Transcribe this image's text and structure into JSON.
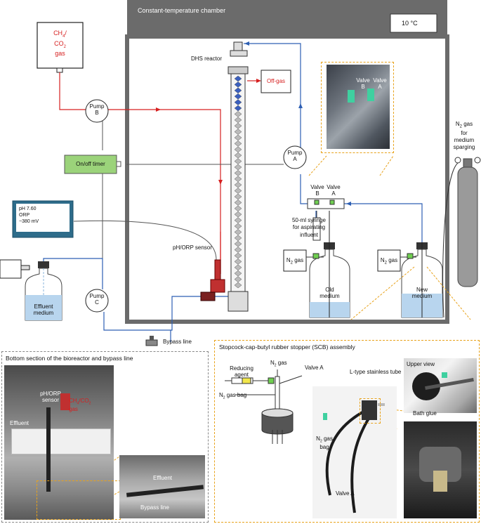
{
  "chamber": {
    "title": "Constant-temperature chamber",
    "temperature": "10 °C"
  },
  "gas_box": {
    "line1": "CH",
    "sub1": "4",
    "slash": "/",
    "line2": "CO",
    "sub2": "2",
    "line3": "gas"
  },
  "pumps": {
    "b_name": "Pump",
    "b_id": "B",
    "a_name": "Pump",
    "a_id": "A",
    "c_name": "Pump",
    "c_id": "C"
  },
  "timer": "On/off timer",
  "meter": {
    "ph": "pH 7.60",
    "orp_label": "ORP",
    "orp_value": "−380 mV"
  },
  "labels": {
    "reactor": "DHS reactor",
    "offgas": "Off-gas",
    "sensor": "pH/ORP sensor",
    "effluent_line1": "Effluent",
    "effluent_line2": "medium",
    "bypass": "Bypass line",
    "syringe_line1": "50-ml syringe",
    "syringe_line2": "for aspirating",
    "syringe_line3": "influent",
    "n2_left_main": "N",
    "n2_left_sub": "2",
    "n2_left_rest": " gas",
    "n2_right_main": "N",
    "n2_right_sub": "2",
    "n2_right_rest": " gas",
    "old_medium_line1": "Old",
    "old_medium_line2": "medium",
    "new_medium_line1": "New",
    "new_medium_line2": "medium",
    "valve_b_line1": "Valve",
    "valve_b_line2": "B",
    "valve_a_line1": "Valve",
    "valve_a_line2": "A",
    "photo_valve_b_line1": "Valve",
    "photo_valve_b_line2": "B",
    "photo_valve_a_line1": "Valve",
    "photo_valve_a_line2": "A",
    "n2_cyl_main": "N",
    "n2_cyl_sub": "2",
    "n2_cyl_rest": " gas",
    "n2_cyl_line2": "for",
    "n2_cyl_line3": "medium",
    "n2_cyl_line4": "sparging"
  },
  "bottom_panel": {
    "title": "Bottom section of the bioreactor and bypass line",
    "sensor_line1": "pH/ORP",
    "sensor_line2": "sensor",
    "gas_line1": "CH",
    "gas_sub1": "4",
    "gas_slash": "/CO",
    "gas_sub2": "2",
    "gas_line2": "gas",
    "effluent": "Effluent",
    "zoom_effluent": "Effluent",
    "zoom_bypass": "Bypass line"
  },
  "scb_panel": {
    "title": "Stopcock-cap-butyl rubber stopper (SCB) assembly",
    "reducing_line1": "Reducing",
    "reducing_line2": "agent",
    "n2_top_main": "N",
    "n2_top_sub": "2",
    "n2_top_rest": " gas",
    "valve_a": "Valve A",
    "n2_bag_main": "N",
    "n2_bag_sub": "2",
    "n2_bag_rest": " gas bag",
    "l_tube": "L-type stainless tube",
    "upper_view": "Upper view",
    "bath_glue": "Bath glue",
    "photo_n2_main": "N",
    "photo_n2_sub": "2",
    "photo_n2_rest": " gas",
    "photo_n2_line2": "bag",
    "photo_valve_a": "Valve A"
  },
  "colors": {
    "red_line": "#d62020",
    "blue_line": "#2d5fb3",
    "gray_line": "#555555",
    "timer_fill": "#9bd37a",
    "chamber_gray": "#6b6b6b",
    "orange_dash": "#e8a21a"
  }
}
